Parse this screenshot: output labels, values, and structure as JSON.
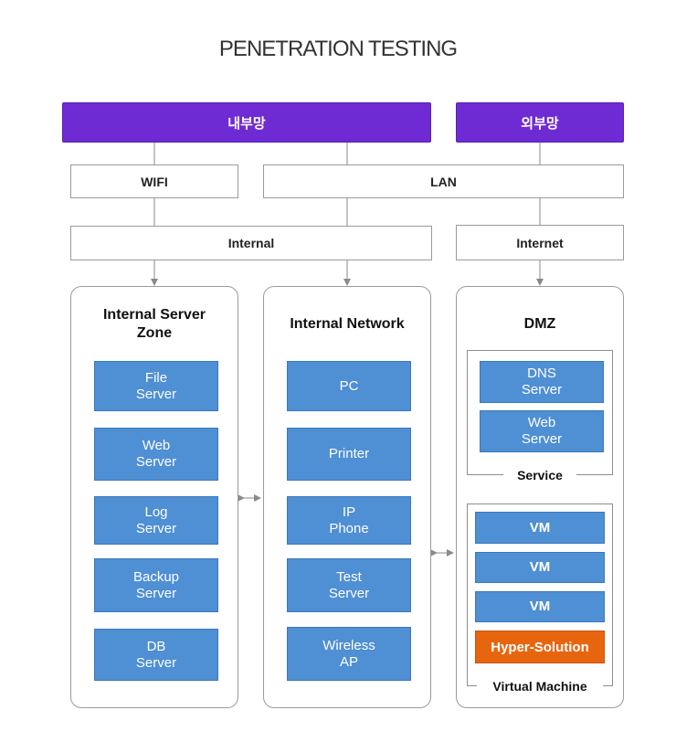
{
  "title": "PENETRATION TESTING",
  "headers": {
    "internal": "내부망",
    "external": "외부망"
  },
  "access": {
    "wifi": "WIFI",
    "lan": "LAN",
    "internal": "Internal",
    "internet": "Internet"
  },
  "zones": {
    "server_zone": {
      "title": "Internal Server\nZone",
      "items": [
        "File\nServer",
        "Web\nServer",
        "Log\nServer",
        "Backup\nServer",
        "DB\nServer"
      ]
    },
    "network": {
      "title": "Internal Network",
      "items": [
        "PC",
        "Printer",
        "IP\nPhone",
        "Test\nServer",
        "Wireless\nAP"
      ]
    },
    "dmz": {
      "title": "DMZ",
      "service": {
        "label": "Service",
        "items": [
          "DNS\nServer",
          "Web\nServer"
        ]
      },
      "vm": {
        "label": "Virtual Machine",
        "items": [
          "VM",
          "VM",
          "VM"
        ],
        "highlight": "Hyper-Solution"
      }
    }
  },
  "colors": {
    "purple": "#6f2bd3",
    "blue": "#4f8fd4",
    "orange": "#e8650f",
    "connector": "#8a8a8a"
  }
}
